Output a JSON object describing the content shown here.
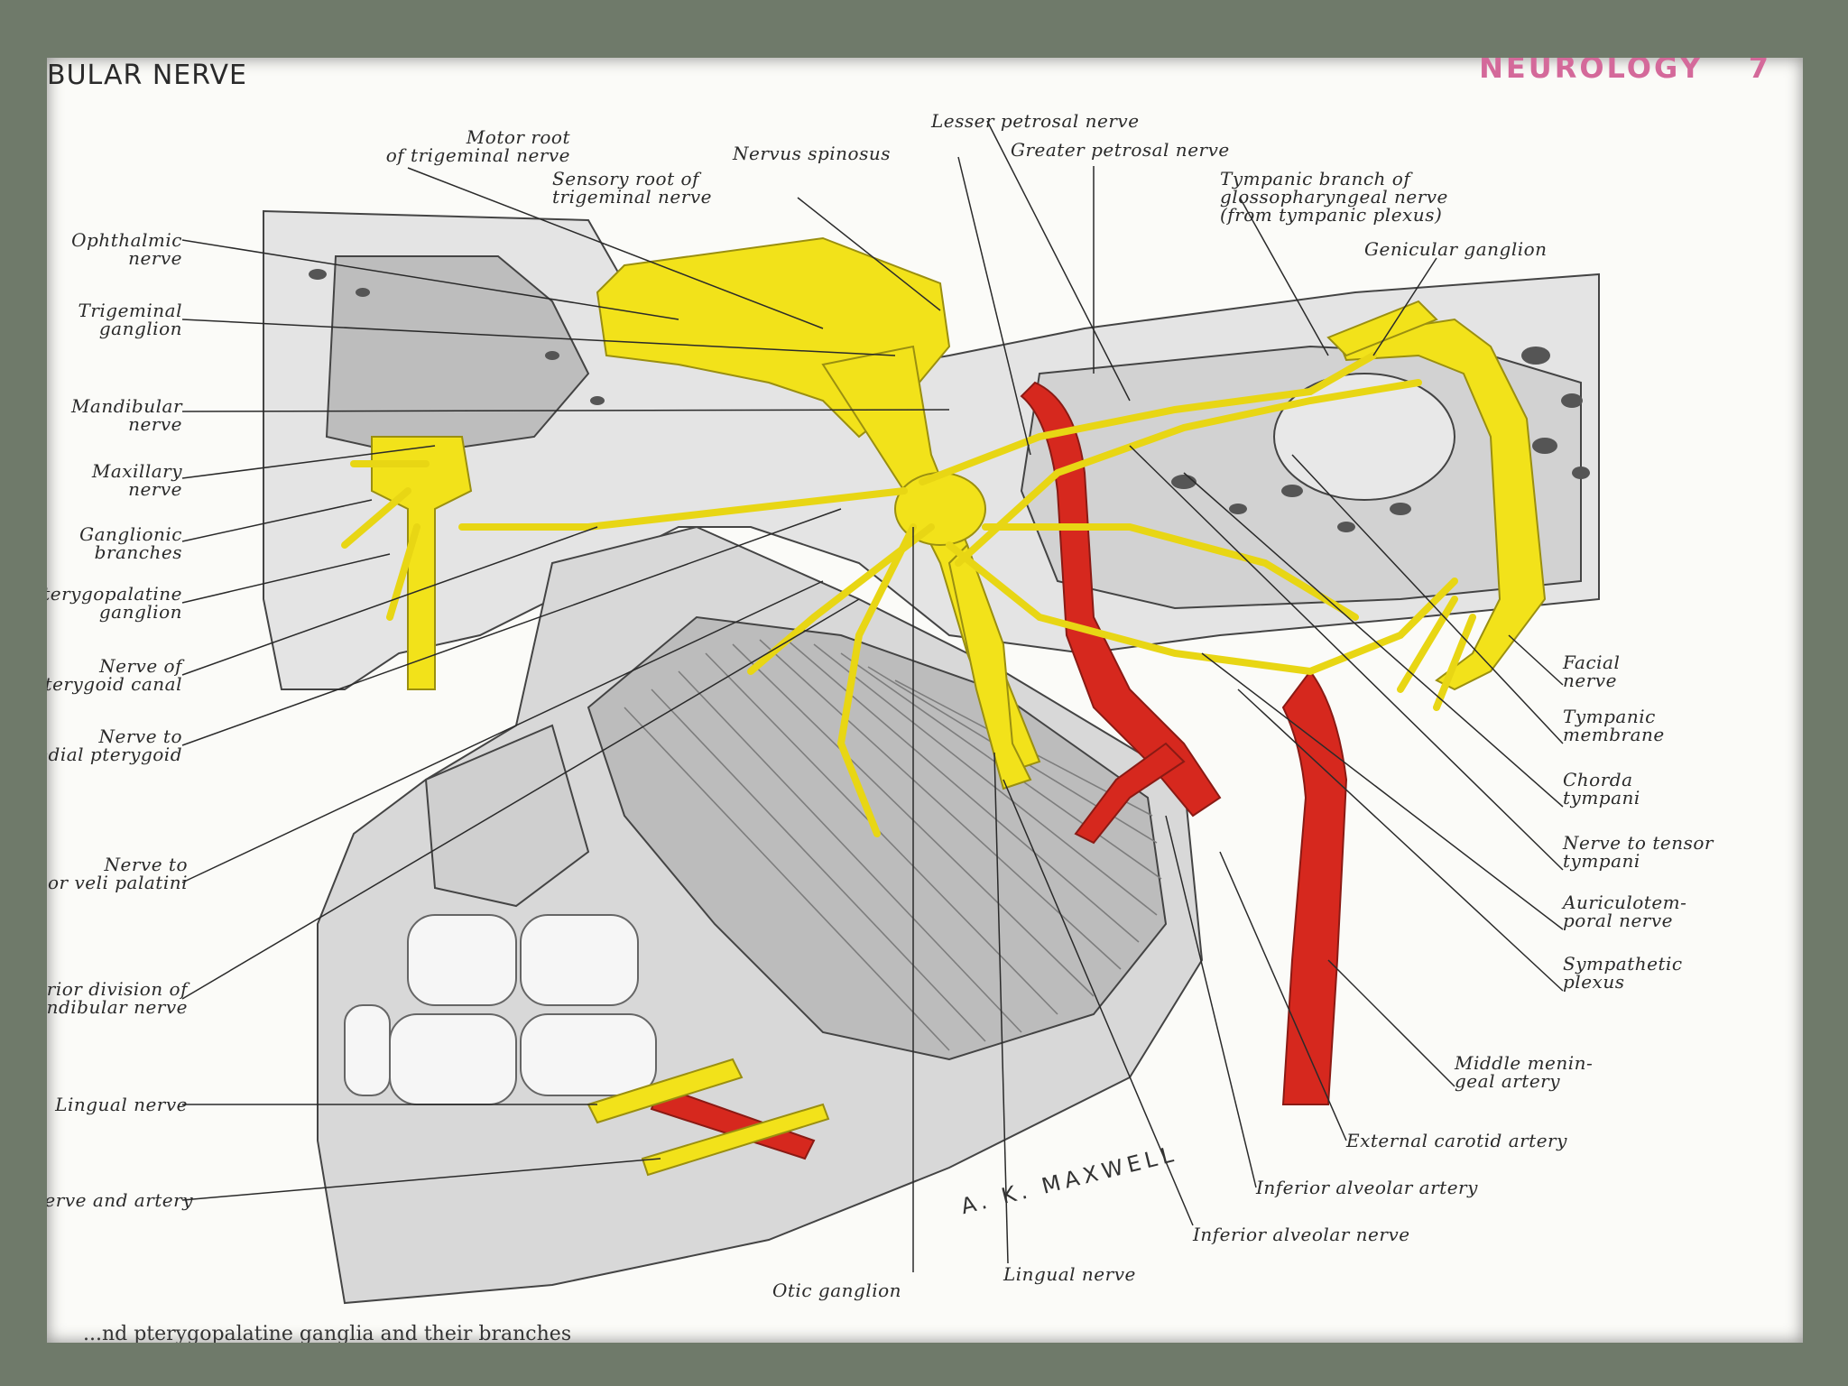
{
  "header": {
    "left": "BULAR NERVE",
    "right": "NEUROLOGY",
    "page_number": "7"
  },
  "signature": "A. K. MAXWELL",
  "caption": "...nd pterygopalatine ganglia and their branches",
  "colors": {
    "nerve": "#f2e21a",
    "artery": "#d6281e",
    "background": "#6f7a6a",
    "paper": "#fbfbf8"
  },
  "labels": {
    "motor_root": "Motor root\nof trigeminal nerve",
    "sensory_root": "Sensory root of\ntrigeminal nerve",
    "nervus_spinosus": "Nervus spinosus",
    "lesser_petrosal": "Lesser petrosal nerve",
    "greater_petrosal": "Greater petrosal nerve",
    "tympanic_branch": "Tympanic branch of\nglossopharyngeal nerve\n(from tympanic plexus)",
    "genicular_ganglion": "Genicular ganglion",
    "ophthalmic": "Ophthalmic\nnerve",
    "trigeminal_ganglion": "Trigeminal\nganglion",
    "mandibular": "Mandibular\nnerve",
    "maxillary": "Maxillary\nnerve",
    "ganglionic_branches": "Ganglionic\nbranches",
    "pterygopalatine_ganglion": "Pterygopalatine\nganglion",
    "nerve_pterygoid_canal": "Nerve of\npterygoid canal",
    "nerve_medial_pterygoid": "Nerve to\nmedial pterygoid",
    "nerve_tensor_veli": "Nerve to\ntensor veli palatini",
    "posterior_division": "Posterior division of\nmandibular nerve",
    "lingual_nerve_left": "Lingual nerve",
    "nerve_and_artery": "Inferior alveolar nerve and artery",
    "facial_nerve": "Facial\nnerve",
    "tympanic_membrane": "Tympanic\nmembrane",
    "chorda_tympani": "Chorda\ntympani",
    "nerve_tensor_tympani": "Nerve to tensor\ntympani",
    "auriculotemporal": "Auriculotem-\nporal nerve",
    "sympathetic_plexus": "Sympathetic\nplexus",
    "middle_meningeal": "Middle menin-\ngeal artery",
    "external_carotid": "External carotid artery",
    "inferior_alveolar_artery": "Inferior alveolar artery",
    "inferior_alveolar_nerve": "Inferior alveolar nerve",
    "lingual_nerve_bottom": "Lingual nerve",
    "otic_ganglion": "Otic ganglion"
  }
}
